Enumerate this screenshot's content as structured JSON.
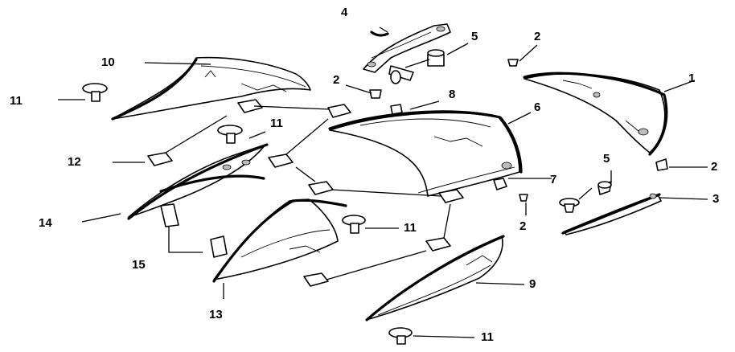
{
  "diagram": {
    "callouts": [
      {
        "id": "c1",
        "label": "1"
      },
      {
        "id": "c2a",
        "label": "2"
      },
      {
        "id": "c2b",
        "label": "2"
      },
      {
        "id": "c2c",
        "label": "2"
      },
      {
        "id": "c2d",
        "label": "2"
      },
      {
        "id": "c3",
        "label": "3"
      },
      {
        "id": "c4",
        "label": "4"
      },
      {
        "id": "c5a",
        "label": "5"
      },
      {
        "id": "c5b",
        "label": "5"
      },
      {
        "id": "c6",
        "label": "6"
      },
      {
        "id": "c7",
        "label": "7"
      },
      {
        "id": "c8",
        "label": "8"
      },
      {
        "id": "c9",
        "label": "9"
      },
      {
        "id": "c10",
        "label": "10"
      },
      {
        "id": "c11a",
        "label": "11"
      },
      {
        "id": "c11b",
        "label": "11"
      },
      {
        "id": "c11c",
        "label": "11"
      },
      {
        "id": "c11d",
        "label": "11"
      },
      {
        "id": "c12",
        "label": "12"
      },
      {
        "id": "c13",
        "label": "13"
      },
      {
        "id": "c14",
        "label": "14"
      },
      {
        "id": "c15",
        "label": "15"
      }
    ]
  }
}
